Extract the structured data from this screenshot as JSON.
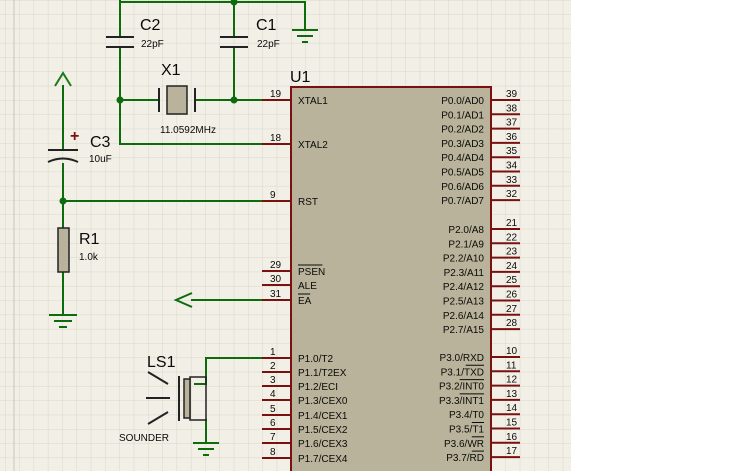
{
  "colors": {
    "background": "#f1efe6",
    "grid": "#d5d2c4",
    "wire": "#0d6b0d",
    "body": "#b8b39a",
    "body_border": "#7b1010",
    "pin": "#7b1010",
    "text": "#0a0a0a",
    "source_arrow": "#1a7a1a"
  },
  "components": {
    "c2": {
      "ref": "C2",
      "value": "22pF"
    },
    "c1": {
      "ref": "C1",
      "value": "22pF"
    },
    "x1": {
      "ref": "X1",
      "value": "11.0592MHz"
    },
    "c3": {
      "ref": "C3",
      "value": "10uF",
      "polarity": "+"
    },
    "r1": {
      "ref": "R1",
      "value": "1.0k"
    },
    "ls1": {
      "ref": "LS1",
      "value": "SOUNDER"
    },
    "u1": {
      "ref": "U1"
    }
  },
  "u1_left_pins": [
    {
      "num": "19",
      "name": "XTAL1",
      "overline": false
    },
    {
      "num": "18",
      "name": "XTAL2",
      "overline": false
    },
    {
      "num": "9",
      "name": "RST",
      "overline": false
    },
    {
      "num": "29",
      "name": "PSEN",
      "overline": true
    },
    {
      "num": "30",
      "name": "ALE",
      "overline": false
    },
    {
      "num": "31",
      "name": "EA",
      "overline": true
    },
    {
      "num": "1",
      "name": "P1.0/T2",
      "overline": false
    },
    {
      "num": "2",
      "name": "P1.1/T2EX",
      "overline": false
    },
    {
      "num": "3",
      "name": "P1.2/ECI",
      "overline": false
    },
    {
      "num": "4",
      "name": "P1.3/CEX0",
      "overline": false
    },
    {
      "num": "5",
      "name": "P1.4/CEX1",
      "overline": false
    },
    {
      "num": "6",
      "name": "P1.5/CEX2",
      "overline": false
    },
    {
      "num": "7",
      "name": "P1.6/CEX3",
      "overline": false
    },
    {
      "num": "8",
      "name": "P1.7/CEX4",
      "overline": false
    }
  ],
  "u1_right_pins": [
    {
      "num": "39",
      "name": "P0.0/AD0"
    },
    {
      "num": "38",
      "name": "P0.1/AD1"
    },
    {
      "num": "37",
      "name": "P0.2/AD2"
    },
    {
      "num": "36",
      "name": "P0.3/AD3"
    },
    {
      "num": "35",
      "name": "P0.4/AD4"
    },
    {
      "num": "34",
      "name": "P0.5/AD5"
    },
    {
      "num": "33",
      "name": "P0.6/AD6"
    },
    {
      "num": "32",
      "name": "P0.7/AD7"
    },
    {
      "num": "21",
      "name": "P2.0/A8"
    },
    {
      "num": "22",
      "name": "P2.1/A9"
    },
    {
      "num": "23",
      "name": "P2.2/A10"
    },
    {
      "num": "24",
      "name": "P2.3/A11"
    },
    {
      "num": "25",
      "name": "P2.4/A12"
    },
    {
      "num": "26",
      "name": "P2.5/A13"
    },
    {
      "num": "27",
      "name": "P2.6/A14"
    },
    {
      "num": "28",
      "name": "P2.7/A15"
    },
    {
      "num": "10",
      "name": "P3.0/RXD",
      "ol": ""
    },
    {
      "num": "11",
      "name": "P3.1/",
      "ol": "TXD"
    },
    {
      "num": "12",
      "name": "P3.2/",
      "ol": "INT0"
    },
    {
      "num": "13",
      "name": "P3.3/",
      "ol": "INT1"
    },
    {
      "num": "14",
      "name": "P3.4/T0",
      "ol": ""
    },
    {
      "num": "15",
      "name": "P3.5/",
      "ol": "T1"
    },
    {
      "num": "16",
      "name": "P3.6/",
      "ol": "WR"
    },
    {
      "num": "17",
      "name": "P3.7/",
      "ol": "RD"
    }
  ]
}
